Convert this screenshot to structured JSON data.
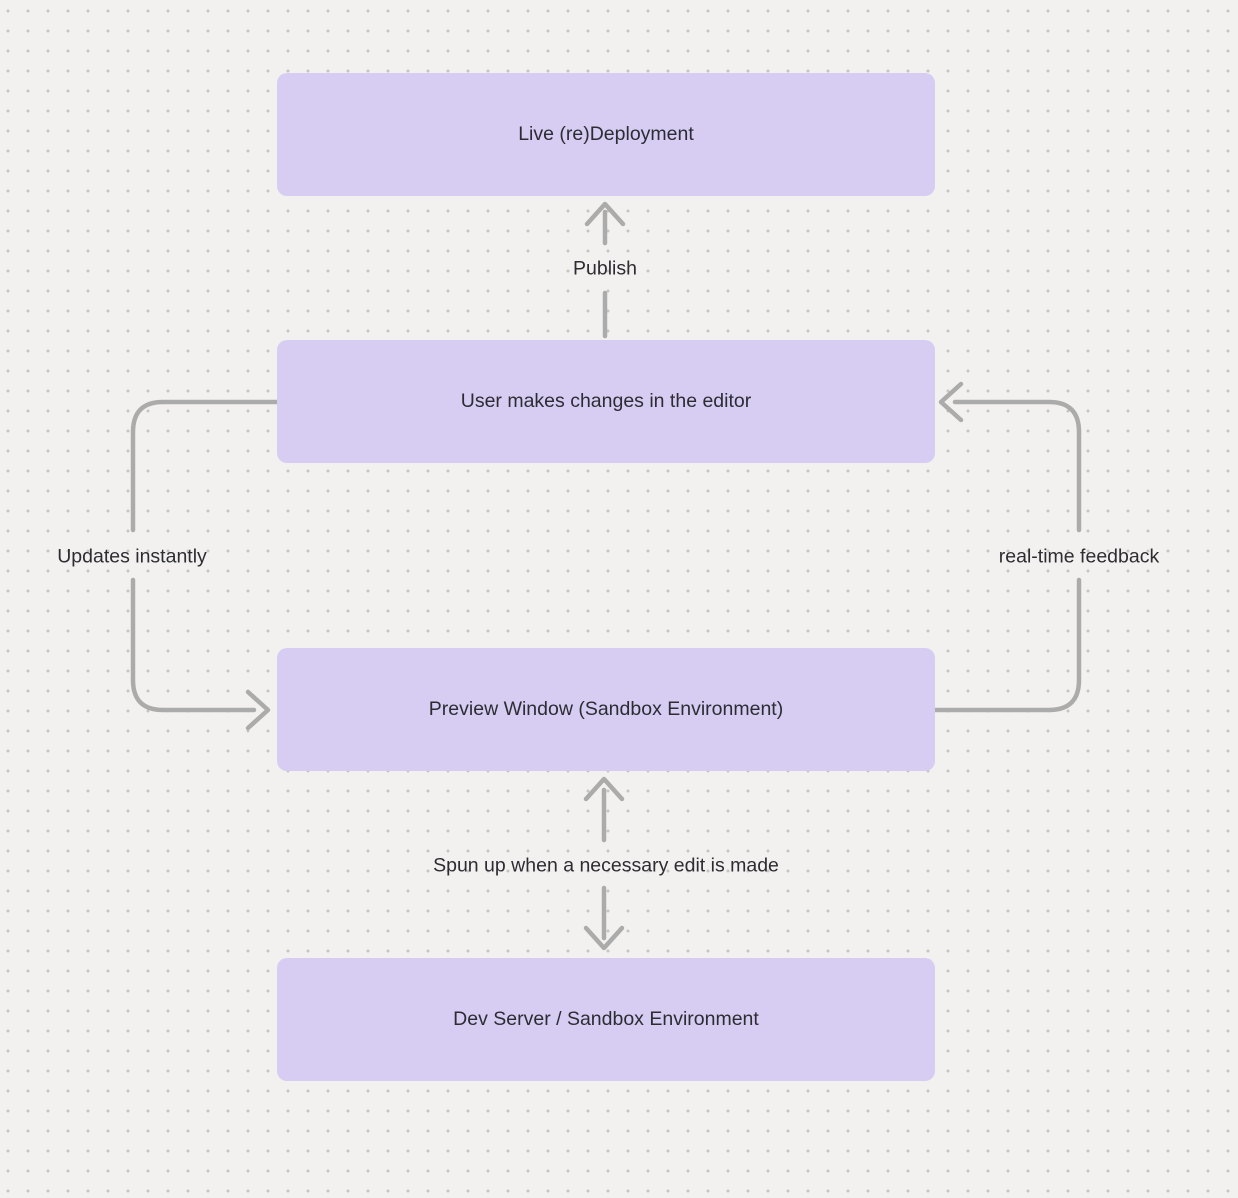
{
  "diagram": {
    "type": "flowchart",
    "nodes": [
      {
        "id": "live-redeployment",
        "label": "Live (re)Deployment"
      },
      {
        "id": "user-editor",
        "label": "User makes changes in the editor"
      },
      {
        "id": "preview-window",
        "label": "Preview Window (Sandbox Environment)"
      },
      {
        "id": "dev-server",
        "label": "Dev Server / Sandbox Environment"
      }
    ],
    "edges": [
      {
        "label": "Publish",
        "from": "user-editor",
        "to": "live-redeployment",
        "direction": "up"
      },
      {
        "label": "Updates instantly",
        "from": "user-editor",
        "to": "preview-window",
        "direction": "down-left-side"
      },
      {
        "label": "real-time feedback",
        "from": "preview-window",
        "to": "user-editor",
        "direction": "up-right-side"
      },
      {
        "label": "Spun up when a necessary edit is made",
        "from": "preview-window",
        "to": "dev-server",
        "direction": "bidirectional"
      }
    ],
    "colors": {
      "background": "#f2f1ef",
      "grid_dot": "#c6c4c1",
      "node_fill": "#d7cdf3",
      "text": "#2d2c33",
      "arrow": "#ababab"
    }
  }
}
